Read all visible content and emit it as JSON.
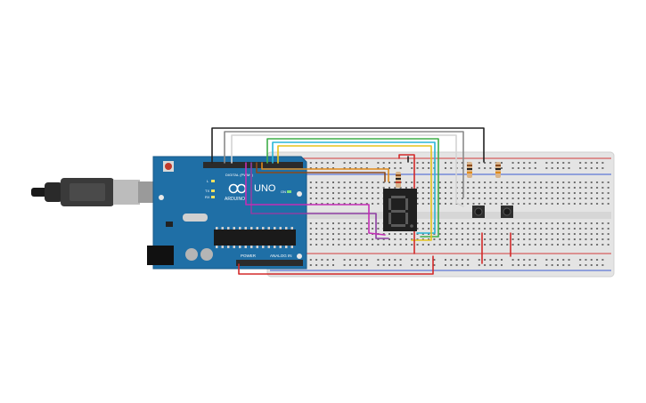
{
  "arduino": {
    "brand": "ARDUINO",
    "model": "UNO",
    "power_header": "POWER",
    "analog_header": "ANALOG IN",
    "digital_label": "DIGITAL (PWM~)",
    "led_labels": [
      "L",
      "TX",
      "RX"
    ],
    "on_label": "ON",
    "board_color": "#1f6fa6"
  },
  "display": {
    "digit": "8.",
    "segment_color": "#5a5a5a"
  },
  "wires": {
    "colors": {
      "black": "#222222",
      "gray": "#8a8a8a",
      "white": "#cfcfcf",
      "cyan": "#29b6d6",
      "green": "#3fae49",
      "yellow": "#e6c31c",
      "orange": "#e08a1a",
      "purple": "#8e3fa3",
      "magenta": "#c42db5",
      "red": "#d32a2a",
      "brown": "#8b4a1c"
    }
  },
  "breadboard": {
    "body_color": "#e8e8e8",
    "rail_red": "#d23b3b",
    "rail_blue": "#3b5bd2"
  }
}
